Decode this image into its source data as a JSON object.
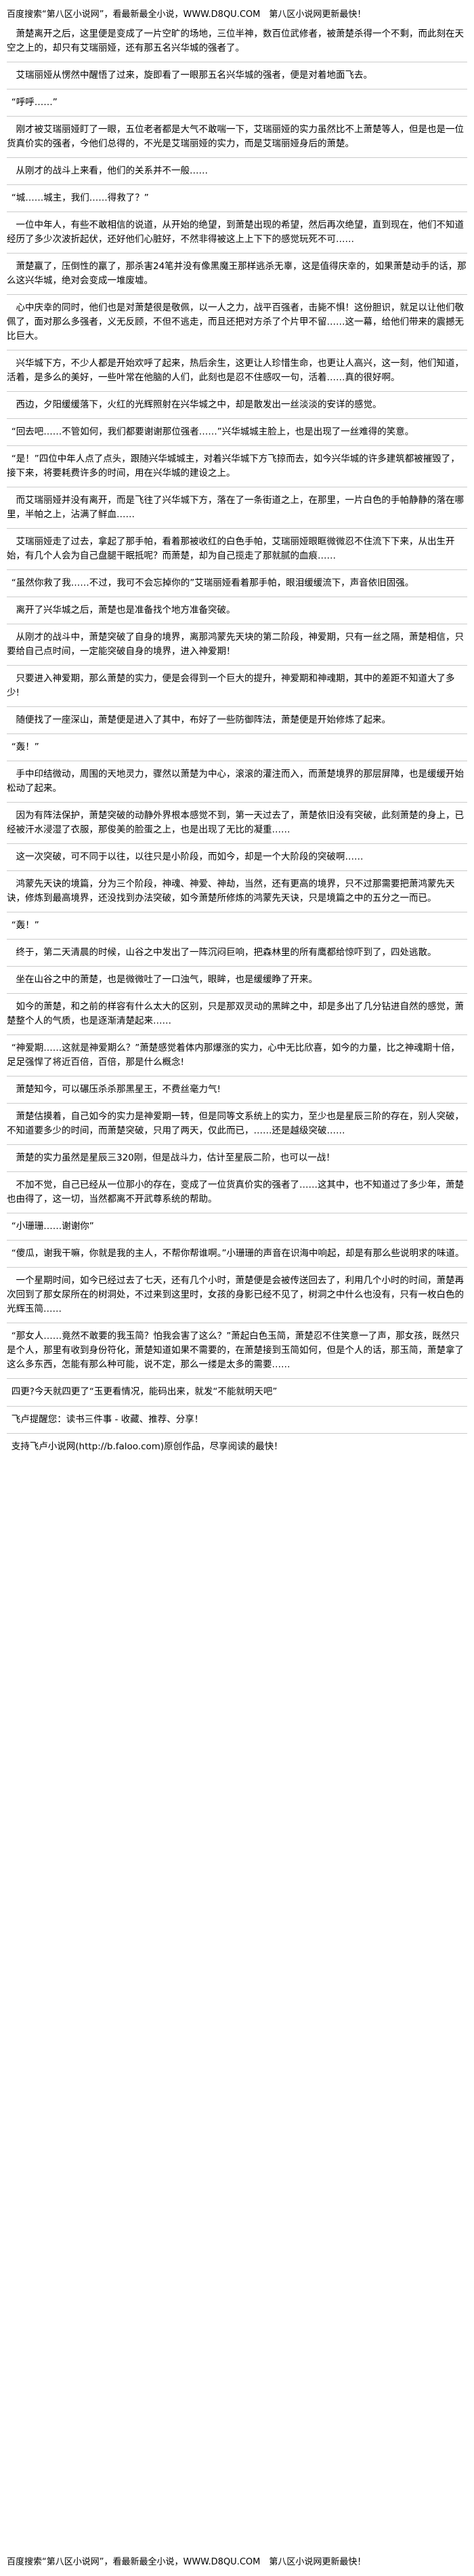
{
  "banner": {
    "top": "百度搜索“第八区小说网”，看最新最全小说，WWW.D8QU.COM　第八区小说网更新最快！",
    "bottom": "百度搜索“第八区小说网”，看最新最全小说，WWW.D8QU.COM　第八区小说网更新最快！"
  },
  "paragraphs": [
    "萧楚离开之后，这里便是变成了一片空旷的场地，三位半神，数百位武修者，被萧楚杀得一个不剩，而此刻在天空之上的，却只有艾瑞丽娅，还有那五名兴华城的强者了。",
    "艾瑞丽娅从愣然中醒悟了过来，旋即看了一眼那五名兴华城的强者，便是对着地面飞去。",
    "“呼呼……”",
    "刚才被艾瑞丽娅盯了一眼，五位老者都是大气不敢喘一下，艾瑞丽娅的实力虽然比不上萧楚等人，但是也是一位货真价实的强者，今他们总得的，不光是艾瑞丽娅的实力，而是艾瑞丽娅身后的萧楚。",
    "从刚才的战斗上来看，他们的关系并不一般……",
    "“城……城主，我们……得救了？”",
    "一位中年人，有些不敢相信的说道，从开始的绝望，到萧楚出现的希望，然后再次绝望，直到现在，他们不知道经历了多少次波折起伏，还好他们心脏好，不然非得被这上上下下的感觉玩死不可……",
    "萧楚羸了，压倒性的羸了，那杀害24笔并没有像黑魔王那样逃杀无辜，这是值得庆幸的，如果萧楚动手的话，那么这兴华城，绝对会变成一堆废墟。",
    "心中庆幸的同时，他们也是对萧楚很是敬佩，以一人之力，战平百强者，击毙不惧！这份胆识，就足以让他们敬佩了，面对那么多强者，义无反顾，不但不逃走，而且还把对方杀了个片甲不留……这一幕，给他们带来的震撼无比巨大。",
    "兴华城下方，不少人都是开始欢呼了起来，热后余生，这更让人珍惜生命，也更让人高兴，这一刻，他们知道，活着，是多么的美好，一些叶常在他脑的人们，此刻也是忍不住感叹一句，活着……真的很好啊。",
    "西边，夕阳缓缓落下，火红的光辉照射在兴华城之中，却是散发出一丝淡淡的安详的感觉。",
    "“回去吧……不管如何，我们都要谢谢那位强者……”兴华城城主脸上，也是出现了一丝难得的笑意。",
    "“是！”四位中年人点了点头，跟随兴华城城主，对着兴华城下方飞掠而去，如今兴华城的许多建筑都被摧毁了，接下来，将要耗费许多的时间，用在兴华城的建设之上。",
    "而艾瑞丽娅并没有离开，而是飞往了兴华城下方，落在了一条街道之上，在那里，一片白色的手帕静静的落在哪里，半帕之上，沾满了鲜血……",
    "艾瑞丽娅走了过去，拿起了那手帕，看着那被收红的白色手帕，艾瑞丽娅眼眶微微忍不住流下下来，从出生开始，有几个人会为自己盘腿干眠抵呢？而萧楚，却为自己揽走了那就腻的血痕……",
    "“虽然你救了我……不过，我可不会忘掉你的”艾瑞丽娅看着那手帕，眼泪缓缓流下，声音依旧固强。",
    "离开了兴华城之后，萧楚也是准备找个地方准备突破。",
    "从刚才的战斗中，萧楚突破了自身的境界，离那鸿蒙先天块的第二阶段，神爱期，只有一丝之隔，萧楚相信，只要给自己点时间，一定能突破自身的境界，进入神爱期！",
    "只要进入神爱期，那么萧楚的实力，便是会得到一个巨大的提升，神爱期和神魂期，其中的差距不知道大了多少!",
    "随便找了一座深山，萧楚便是进入了其中，布好了一些防御阵法，萧楚便是开始修炼了起来。",
    "“轰！”",
    "手中印结微动，周围的天地灵力，骤然以萧楚为中心，滚滚的灌注而入，而萧楚境界的那层屏障，也是缓缓开始松动了起来。",
    "因为有阵法保护，萧楚突破的动静外界根本感觉不到，第一天过去了，萧楚依旧没有突破，此刻萧楚的身上，已经被汗水浸湿了衣服，那俊美的脸蛋之上，也是出现了无比的凝重……",
    "这一次突破，可不同于以往，以往只是小阶段，而如今，却是一个大阶段的突破啊……",
    "鸿蒙先天诀的境篇，分为三个阶段，神魂、神爱、神劫，当然，还有更高的境界，只不过那需要把萧鸿蒙先天诀，修炼到最高境界，还没找到办法突破，如今萧楚所修炼的鸿蒙先天诀，只是境篇之中的五分之一而已。",
    "“轰！”",
    "终于，第二天清晨的时候，山谷之中发出了一阵沉闷巨响，把森林里的所有鹰都给惊吓到了，四处逃散。",
    "坐在山谷之中的萧楚，也是微微吐了一口浊气，眼眸，也是缓缓睁了开来。",
    "如今的萧楚，和之前的样容有什么太大的区别，只是那双灵动的黑眸之中，却是多出了几分钻进自然的感觉，萧楚整个人的气质，也是逐渐清楚起来……",
    "“神爱期……这就是神爱期么？”萧楚感觉着体内那爆涨的实力，心中无比欣喜，如今的力量，比之神魂期十倍，足足强悍了将近百倍，百倍，那是什么概念!",
    "萧楚知今，可以碾压杀杀那黑星王，不费丝毫力气!",
    "萧楚估摸着，自己如今的实力是神爱期一转，但是同等文系统上的实力，至少也是星辰三阶的存在，别人突破，不知道要多少的时间，而萧楚突破，只用了两天，仅此而已，……还是越级突破……",
    "萧楚的实力虽然是星辰三320刚，但是战斗力，估计至星辰二阶，也可以一战！",
    "不加不觉，自己已经从一位那小的存在，变成了一位货真价实的强者了……这其中，也不知道过了多少年，萧楚也由得了，这一切，当然都离不开武尊系统的帮助。",
    "“小珊珊……谢谢你”",
    "“傻瓜，谢我干嘛，你就是我的主人，不帮你帮谁啊。”小珊珊的声音在识海中响起，却是有那么些说明求的味道。",
    "一个星期时间，如今已经过去了七天，还有几个小时，萧楚便是会被传送回去了，利用几个小时的时间，萧楚再次回到了那女尿所在的树洞处，不过来到这里时，女孩的身影已经不见了，树洞之中什么也没有，只有一枚白色的光辉玉简……",
    "“那女人……竟然不敢要的我玉简？怕我会害了这么？”萧起白色玉简，萧楚忍不住笑意一了声，那女孩，既然只是个人，那里有收到身份符化，萧楚知道如果不需要的，在萧楚接到玉简如何，但是个人的话，那玉简，萧楚拿了这么多东西，怎能有那么种可能，说不定，那么一缕是太多的需要……",
    "四更?今天就四更了“玉更看情况，能码出来，就发“不能就明天吧”",
    "飞卢提醒您：读书三件事 - 收藏、推荐、分享！",
    "支持飞卢小说网(http://b.faloo.com)原创作品，尽享阅读的最快！"
  ]
}
